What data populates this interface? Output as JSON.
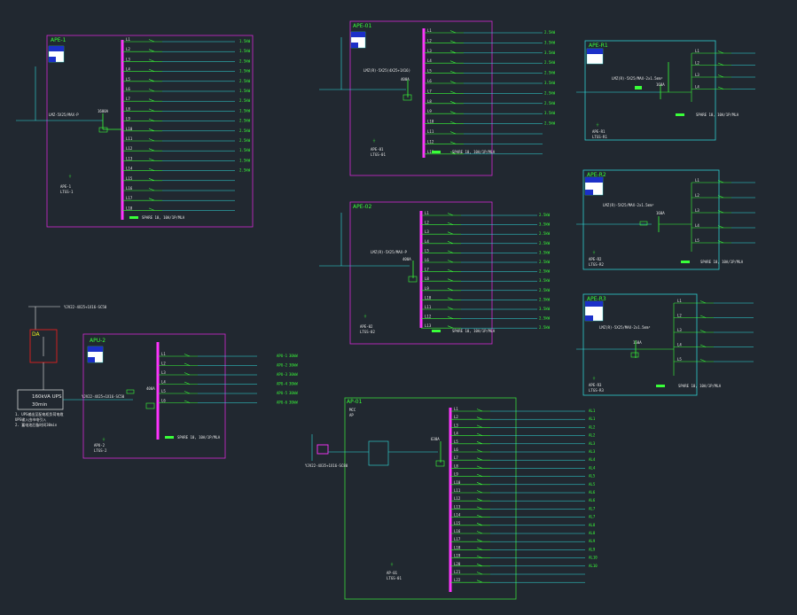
{
  "colors": {
    "background": "#212830",
    "panel_magenta": "#d42ad4",
    "panel_cyan": "#2fcfcf",
    "panel_green": "#39d63a",
    "bus_magenta": "#ff33ff",
    "wire_green": "#39ff39",
    "line_cyan": "#30e0e0",
    "text_white": "#e8e8e8",
    "yellow": "#f0f020",
    "red": "#e02020"
  },
  "ups": {
    "title": "160kVA UPS",
    "runtime": "30min",
    "breaker_label": "DA"
  },
  "panels": [
    {
      "id": "p1",
      "label": "APE-1",
      "breaker": "1600A",
      "circuits": [
        "1.5kW",
        "1.5kW",
        "2.5kW",
        "1.5kW",
        "2.5kW",
        "1.5kW",
        "2.5kW",
        "1.5kW",
        "2.5kW",
        "2.5kW",
        "2.5kW",
        "1.5kW",
        "1.5kW",
        "2.5kW",
        "",
        "",
        "",
        ""
      ]
    },
    {
      "id": "p2",
      "label": "APE-01",
      "breaker": "400A",
      "circuits": [
        "2.5kW",
        "3.5kW",
        "3.5kW",
        "2.5kW",
        "2.5kW",
        "3.5kW",
        "2.5kW",
        "2.5kW",
        "3.5kW",
        "2.5kW",
        "",
        "",
        ""
      ]
    },
    {
      "id": "p3",
      "label": "APE-02",
      "breaker": "400A",
      "circuits": [
        "2.5kW",
        "3.5kW",
        "2.5kW",
        "2.5kW",
        "3.5kW",
        "2.5kW",
        "2.5kW",
        "3.5kW",
        "2.5kW",
        "2.5kW",
        "3.5kW",
        "2.5kW",
        "2.5kW"
      ]
    },
    {
      "id": "p4",
      "label": "APU-2",
      "breaker": "400A",
      "circuits": [
        "APU-1",
        "APU-2",
        "APU-3",
        "APU-4",
        "APU-5",
        "APU-6"
      ],
      "circuit_values": [
        "30kW",
        "30kW",
        "30kW",
        "30kW",
        "30kW",
        "30kW"
      ]
    },
    {
      "id": "p5",
      "label": "AP-01",
      "breaker": "630A",
      "circuits": [
        "AL1",
        "AL1",
        "AL2",
        "AL2",
        "AL3",
        "AL3",
        "AL4",
        "AL4",
        "AL5",
        "AL5",
        "AL6",
        "AL6",
        "AL7",
        "AL7",
        "AL8",
        "AL8",
        "AL9",
        "AL9",
        "AL10",
        "AL10",
        "",
        ""
      ]
    },
    {
      "id": "p6",
      "label": "APE-R1",
      "breaker": "160A",
      "circuits": [
        "",
        "",
        "",
        ""
      ]
    },
    {
      "id": "p7",
      "label": "APE-R2",
      "breaker": "160A",
      "circuits": [
        "",
        "",
        "",
        "",
        ""
      ]
    },
    {
      "id": "p8",
      "label": "APE-R3",
      "breaker": "160A",
      "circuits": [
        "",
        "",
        "",
        "",
        ""
      ]
    }
  ]
}
